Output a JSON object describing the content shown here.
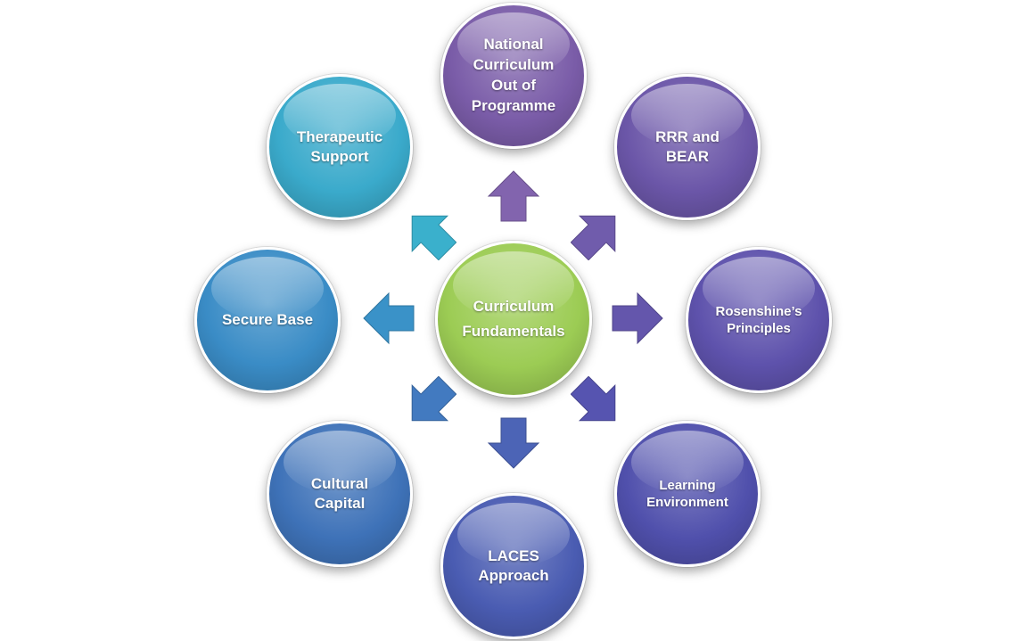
{
  "diagram": {
    "center": {
      "label": "Curriculum\nFundamentals",
      "color": "#9ccc54"
    },
    "nodes": [
      {
        "id": "national-curriculum",
        "label": "National\nCurriculum\nOut of\nProgramme",
        "color": "#7a5ca8"
      },
      {
        "id": "rrr-bear",
        "label": "RRR and\nBEAR",
        "color": "#6b56a8"
      },
      {
        "id": "rosenshine",
        "label": "Rosenshine’s\nPrinciples",
        "color": "#5e52ac"
      },
      {
        "id": "learning-environment",
        "label": "Learning\nEnvironment",
        "color": "#5050ac"
      },
      {
        "id": "laces-approach",
        "label": "LACES\nApproach",
        "color": "#4a5cb2"
      },
      {
        "id": "cultural-capital",
        "label": "Cultural\nCapital",
        "color": "#3e72b8"
      },
      {
        "id": "secure-base",
        "label": "Secure Base",
        "color": "#3a8cc6"
      },
      {
        "id": "therapeutic-support",
        "label": "Therapeutic\nSupport",
        "color": "#3aaacb"
      }
    ],
    "arrows": [
      {
        "direction": "up",
        "color": "#8264ae"
      },
      {
        "direction": "up-right",
        "color": "#705cac"
      },
      {
        "direction": "right",
        "color": "#6456ac"
      },
      {
        "direction": "down-right",
        "color": "#5654b0"
      },
      {
        "direction": "down",
        "color": "#4c64b6"
      },
      {
        "direction": "down-left",
        "color": "#427ac0"
      },
      {
        "direction": "left",
        "color": "#3a92c8"
      },
      {
        "direction": "up-left",
        "color": "#3ab0cc"
      }
    ]
  }
}
